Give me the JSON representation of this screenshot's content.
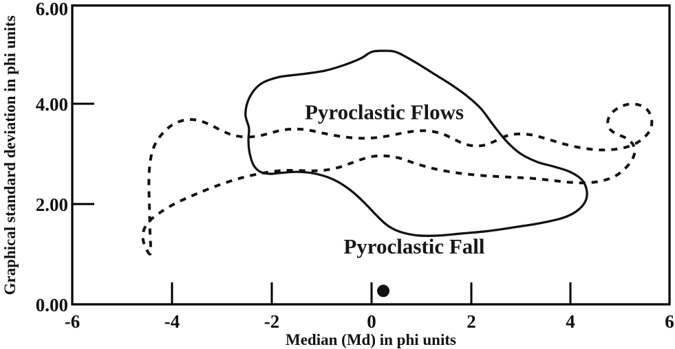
{
  "figure": {
    "background_color": "#ffffff",
    "line_color": "#111111"
  },
  "chart_data": {
    "type": "scatter",
    "title": "",
    "subtitle": "",
    "xlabel": "Median (Md) in phi units",
    "ylabel": "Graphical standard deviation in phi units",
    "xlim": [
      -6,
      6
    ],
    "ylim": [
      0.0,
      6.0
    ],
    "xticks": [
      -6,
      -4,
      -2,
      0,
      2,
      4,
      6
    ],
    "xticklabels": [
      "-6",
      "-4",
      "-2",
      "0",
      "2",
      "4",
      "6"
    ],
    "yticks": [
      0.0,
      2.0,
      4.0,
      6.0
    ],
    "yticklabels": [
      "0.00",
      "2.00",
      "4.00",
      "6.00"
    ],
    "grid": false,
    "legend": "none",
    "tick_direction": "in",
    "annotations": [
      {
        "name": "pyroclastic-flows-label",
        "text": "Pyroclastic Flows",
        "x": 0.27,
        "y": 3.72
      },
      {
        "name": "pyroclastic-fall-label",
        "text": "Pyroclastic Fall",
        "x": 0.87,
        "y": 1.02
      }
    ],
    "series": [
      {
        "name": "Pyroclastic Flows",
        "style": "solid-contour",
        "linestyle": "solid",
        "closed": true,
        "points": [
          [
            -2.45,
            3.54
          ],
          [
            -2.52,
            3.82
          ],
          [
            -2.44,
            4.15
          ],
          [
            -2.22,
            4.42
          ],
          [
            -1.86,
            4.56
          ],
          [
            -1.4,
            4.62
          ],
          [
            -0.93,
            4.69
          ],
          [
            -0.55,
            4.8
          ],
          [
            -0.2,
            4.94
          ],
          [
            0.02,
            5.07
          ],
          [
            0.28,
            5.09
          ],
          [
            0.52,
            5.06
          ],
          [
            0.86,
            4.88
          ],
          [
            1.28,
            4.62
          ],
          [
            1.66,
            4.38
          ],
          [
            1.96,
            4.16
          ],
          [
            2.22,
            3.92
          ],
          [
            2.46,
            3.6
          ],
          [
            2.72,
            3.28
          ],
          [
            3.0,
            3.03
          ],
          [
            3.34,
            2.86
          ],
          [
            3.7,
            2.76
          ],
          [
            4.0,
            2.66
          ],
          [
            4.24,
            2.5
          ],
          [
            4.34,
            2.27
          ],
          [
            4.3,
            2.05
          ],
          [
            4.12,
            1.86
          ],
          [
            3.84,
            1.73
          ],
          [
            3.4,
            1.63
          ],
          [
            2.9,
            1.55
          ],
          [
            2.34,
            1.47
          ],
          [
            1.8,
            1.42
          ],
          [
            1.34,
            1.38
          ],
          [
            0.98,
            1.38
          ],
          [
            0.72,
            1.42
          ],
          [
            0.5,
            1.49
          ],
          [
            0.3,
            1.61
          ],
          [
            0.1,
            1.8
          ],
          [
            -0.14,
            2.05
          ],
          [
            -0.42,
            2.3
          ],
          [
            -0.74,
            2.5
          ],
          [
            -1.1,
            2.62
          ],
          [
            -1.46,
            2.66
          ],
          [
            -1.8,
            2.64
          ],
          [
            -2.02,
            2.62
          ],
          [
            -2.22,
            2.66
          ],
          [
            -2.36,
            2.8
          ],
          [
            -2.44,
            3.06
          ],
          [
            -2.46,
            3.3
          ],
          [
            -2.45,
            3.54
          ]
        ]
      },
      {
        "name": "Pyroclastic Fall",
        "style": "dotted-contour",
        "linestyle": "dashed",
        "closed": true,
        "points": [
          [
            -4.43,
            1.02
          ],
          [
            -4.55,
            1.2
          ],
          [
            -4.58,
            1.42
          ],
          [
            -4.48,
            1.64
          ],
          [
            -4.24,
            1.84
          ],
          [
            -3.92,
            2.03
          ],
          [
            -3.5,
            2.22
          ],
          [
            -3.04,
            2.4
          ],
          [
            -2.6,
            2.54
          ],
          [
            -2.2,
            2.63
          ],
          [
            -1.86,
            2.68
          ],
          [
            -1.56,
            2.69
          ],
          [
            -1.24,
            2.68
          ],
          [
            -0.96,
            2.69
          ],
          [
            -0.68,
            2.74
          ],
          [
            -0.44,
            2.82
          ],
          [
            -0.22,
            2.9
          ],
          [
            0.04,
            2.97
          ],
          [
            0.3,
            2.98
          ],
          [
            0.56,
            2.94
          ],
          [
            0.86,
            2.84
          ],
          [
            1.24,
            2.73
          ],
          [
            1.66,
            2.65
          ],
          [
            2.08,
            2.6
          ],
          [
            2.48,
            2.57
          ],
          [
            2.86,
            2.55
          ],
          [
            3.24,
            2.53
          ],
          [
            3.62,
            2.49
          ],
          [
            4.0,
            2.45
          ],
          [
            4.34,
            2.44
          ],
          [
            4.64,
            2.48
          ],
          [
            4.9,
            2.57
          ],
          [
            5.1,
            2.72
          ],
          [
            5.24,
            2.89
          ],
          [
            5.3,
            3.06
          ],
          [
            5.26,
            3.22
          ],
          [
            5.12,
            3.34
          ],
          [
            4.94,
            3.42
          ],
          [
            4.8,
            3.52
          ],
          [
            4.76,
            3.68
          ],
          [
            4.84,
            3.84
          ],
          [
            5.0,
            3.96
          ],
          [
            5.2,
            4.02
          ],
          [
            5.4,
            4.0
          ],
          [
            5.56,
            3.9
          ],
          [
            5.64,
            3.72
          ],
          [
            5.62,
            3.52
          ],
          [
            5.48,
            3.34
          ],
          [
            5.26,
            3.2
          ],
          [
            4.96,
            3.12
          ],
          [
            4.6,
            3.1
          ],
          [
            4.24,
            3.14
          ],
          [
            3.88,
            3.22
          ],
          [
            3.54,
            3.32
          ],
          [
            3.24,
            3.4
          ],
          [
            2.96,
            3.42
          ],
          [
            2.72,
            3.38
          ],
          [
            2.5,
            3.28
          ],
          [
            2.3,
            3.2
          ],
          [
            2.1,
            3.18
          ],
          [
            1.88,
            3.22
          ],
          [
            1.66,
            3.32
          ],
          [
            1.44,
            3.42
          ],
          [
            1.18,
            3.48
          ],
          [
            0.92,
            3.48
          ],
          [
            0.64,
            3.44
          ],
          [
            0.34,
            3.38
          ],
          [
            0.02,
            3.34
          ],
          [
            -0.32,
            3.34
          ],
          [
            -0.66,
            3.38
          ],
          [
            -0.98,
            3.44
          ],
          [
            -1.26,
            3.5
          ],
          [
            -1.52,
            3.52
          ],
          [
            -1.78,
            3.5
          ],
          [
            -2.02,
            3.44
          ],
          [
            -2.26,
            3.38
          ],
          [
            -2.52,
            3.36
          ],
          [
            -2.78,
            3.4
          ],
          [
            -3.02,
            3.5
          ],
          [
            -3.26,
            3.62
          ],
          [
            -3.5,
            3.7
          ],
          [
            -3.74,
            3.7
          ],
          [
            -3.96,
            3.62
          ],
          [
            -4.14,
            3.48
          ],
          [
            -4.3,
            3.28
          ],
          [
            -4.4,
            3.04
          ],
          [
            -4.45,
            2.72
          ],
          [
            -4.46,
            2.38
          ],
          [
            -4.45,
            1.98
          ],
          [
            -4.44,
            1.52
          ],
          [
            -4.43,
            1.02
          ]
        ]
      }
    ],
    "data_points": [
      {
        "name": "sample-point",
        "x": 0.25,
        "y": 0.27,
        "marker": "filled-circle",
        "color": "#111111",
        "size": 9
      }
    ]
  }
}
